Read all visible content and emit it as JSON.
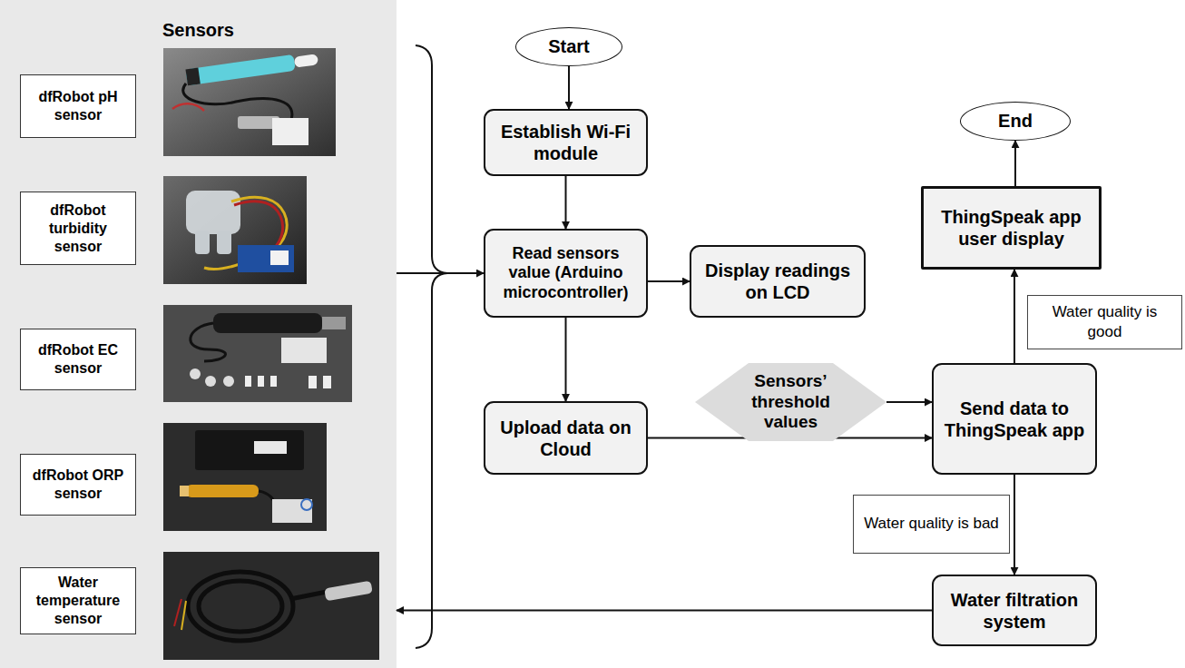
{
  "diagram": {
    "nodes": [
      {
        "text": [
          "Sensors"
        ]
      },
      {
        "text": [
          "dfRobot pH sensor"
        ],
        "in": 0
      },
      {
        "text": [
          "dfRobot turbidity sensor"
        ],
        "in": 0
      },
      {
        "text": [
          "dfRobot EC sensor"
        ],
        "in": 0
      },
      {
        "text": [
          "dfRobot ORP sensor"
        ],
        "in": 0
      },
      {
        "text": [
          "Water temperature sensor"
        ],
        "in": 0
      },
      {
        "text": [
          "Start"
        ]
      },
      {
        "text": [
          "Establish Wi-Fi module"
        ]
      },
      {
        "text": [
          "Read sensors value (Arduino microcontroller)"
        ]
      },
      {
        "text": [
          "Display readings on LCD"
        ]
      },
      {
        "text": [
          "Upload data on Cloud"
        ]
      },
      {
        "text": [
          "Sensors’ threshold values"
        ]
      },
      {
        "text": [
          "Send data to ThingSpeak app"
        ]
      },
      {
        "text": [
          "End"
        ]
      },
      {
        "text": [
          "ThingSpeak app user display"
        ]
      },
      {
        "text": [
          "Water quality is good"
        ]
      },
      {
        "text": [
          "Water quality is bad"
        ]
      },
      {
        "text": [
          "Water filtration system"
        ]
      }
    ],
    "edges": [
      {
        "from": 0,
        "to": 8,
        "arrow": "to"
      },
      {
        "from": 6,
        "to": 7,
        "arrow": "to"
      },
      {
        "from": 7,
        "to": 8,
        "arrow": "to"
      },
      {
        "from": 8,
        "to": 9,
        "arrow": "to"
      },
      {
        "from": 8,
        "to": 10,
        "arrow": "to"
      },
      {
        "from": 10,
        "to": 12,
        "arrow": "to"
      },
      {
        "from": 11,
        "to": 12,
        "arrow": "to"
      },
      {
        "from": 12,
        "to": 14,
        "arrow": "to"
      },
      {
        "from": 14,
        "to": 13,
        "arrow": "to"
      },
      {
        "from": 12,
        "to": 17,
        "arrow": "to"
      },
      {
        "from": 17,
        "to": 0,
        "arrow": "to"
      }
    ]
  }
}
